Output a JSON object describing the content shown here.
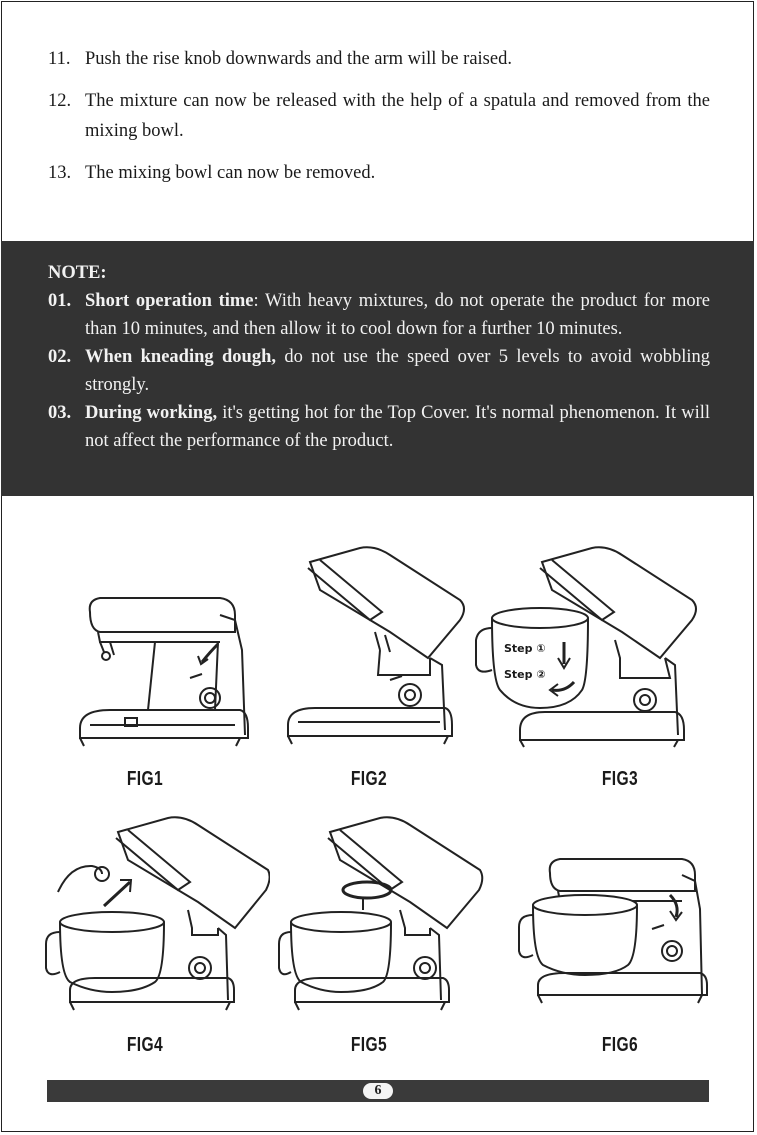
{
  "steps": [
    {
      "num": "11.",
      "text": "Push the rise knob downwards and the arm will be raised."
    },
    {
      "num": "12.",
      "text": "The mixture can now be released with the help of a spatula and removed from the mixing bowl."
    },
    {
      "num": "13.",
      "text": "The mixing bowl can now be removed."
    }
  ],
  "note": {
    "title": "NOTE:",
    "items": [
      {
        "num": "01.",
        "lead": "Short operation time",
        "text": ": With heavy mixtures, do not operate the product for more than 10 minutes, and then allow it to cool down for a further 10 minutes."
      },
      {
        "num": "02.",
        "lead": "When kneading dough,",
        "text": " do not use the speed over 5 levels to avoid wobbling strongly."
      },
      {
        "num": "03.",
        "lead": "During working,",
        "text": " it's getting hot for the Top Cover. It's normal phenomenon. It will not affect the performance of the product."
      }
    ]
  },
  "figures": {
    "fig1": "FIG1",
    "fig2": "FIG2",
    "fig3": "FIG3",
    "fig4": "FIG4",
    "fig5": "FIG5",
    "fig6": "FIG6",
    "step1_label": "Step ①",
    "step2_label": "Step ②"
  },
  "footer": {
    "page_number": "6"
  }
}
